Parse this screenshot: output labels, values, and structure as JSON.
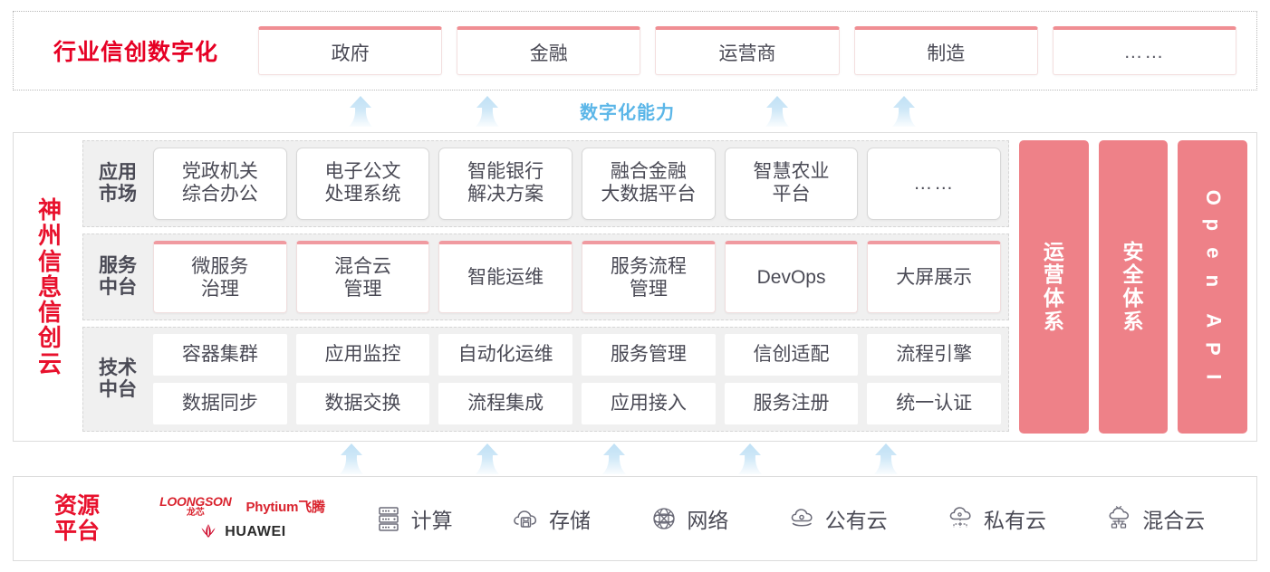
{
  "industry": {
    "title": "行业信创数字化",
    "boxes": [
      {
        "label": "政府",
        "name": "industry-box-government"
      },
      {
        "label": "金融",
        "name": "industry-box-finance"
      },
      {
        "label": "运营商",
        "name": "industry-box-carrier"
      },
      {
        "label": "制造",
        "name": "industry-box-manufacturing"
      },
      {
        "label": "……",
        "name": "industry-box-more"
      }
    ]
  },
  "capability": {
    "label": "数字化能力",
    "arrow_count_top": 4,
    "arrow_count_bottom": 5,
    "arrow_color": "#bfe0f5"
  },
  "cloud": {
    "title": "神州信息信创云",
    "title_chars": [
      "神",
      "州",
      "信",
      "息",
      "信",
      "创",
      "云"
    ],
    "layers": [
      {
        "name": "application-market",
        "label": "应用市场",
        "label_chars": [
          "应用",
          "市场"
        ],
        "cells": [
          "党政机关\n综合办公",
          "电子公文\n处理系统",
          "智能银行\n解决方案",
          "融合金融\n大数据平台",
          "智慧农业\n平台",
          "……"
        ]
      },
      {
        "name": "service-middle-platform",
        "label": "服务中台",
        "label_chars": [
          "服务",
          "中台"
        ],
        "cells": [
          "微服务\n治理",
          "混合云\n管理",
          "智能运维",
          "服务流程\n管理",
          "DevOps",
          "大屏展示"
        ]
      },
      {
        "name": "technology-middle-platform",
        "label": "技术中台",
        "label_chars": [
          "技术",
          "中台"
        ],
        "cells_row1": [
          "容器集群",
          "应用监控",
          "自动化运维",
          "服务管理",
          "信创适配",
          "流程引擎"
        ],
        "cells_row2": [
          "数据同步",
          "数据交换",
          "流程集成",
          "应用接入",
          "服务注册",
          "统一认证"
        ]
      }
    ],
    "side_columns": [
      {
        "name": "operations-system-column",
        "label": "运营体系",
        "chars": [
          "运",
          "营",
          "体",
          "系"
        ],
        "latin": false
      },
      {
        "name": "security-system-column",
        "label": "安全体系",
        "chars": [
          "安",
          "全",
          "体",
          "系"
        ],
        "latin": false
      },
      {
        "name": "open-api-column",
        "label": "Open API",
        "chars": [
          "O",
          "p",
          "e",
          "n",
          " ",
          "A",
          "P",
          "I"
        ],
        "latin": true
      }
    ],
    "side_column_color": "#ee8188"
  },
  "resource": {
    "title": "资源平台",
    "title_chars": [
      "资源",
      "平台"
    ],
    "vendors": [
      {
        "name": "loongson-logo",
        "en": "LOONGSON",
        "cn": "龙芯"
      },
      {
        "name": "phytium-logo",
        "text": "Phytium飞腾"
      },
      {
        "name": "huawei-logo",
        "text": "HUAWEI"
      }
    ],
    "items": [
      {
        "label": "计算",
        "icon": "server-icon",
        "name": "resource-item-compute"
      },
      {
        "label": "存储",
        "icon": "cloud-storage-icon",
        "name": "resource-item-storage"
      },
      {
        "label": "网络",
        "icon": "network-icon",
        "name": "resource-item-network"
      },
      {
        "label": "公有云",
        "icon": "public-cloud-icon",
        "name": "resource-item-public-cloud"
      },
      {
        "label": "私有云",
        "icon": "private-cloud-icon",
        "name": "resource-item-private-cloud"
      },
      {
        "label": "混合云",
        "icon": "hybrid-cloud-icon",
        "name": "resource-item-hybrid-cloud"
      }
    ]
  },
  "colors": {
    "brand_red": "#e8112d",
    "accent_pink": "#ee8188",
    "capability_blue": "#5bb6e8",
    "panel_gray": "#f0f0f0"
  }
}
